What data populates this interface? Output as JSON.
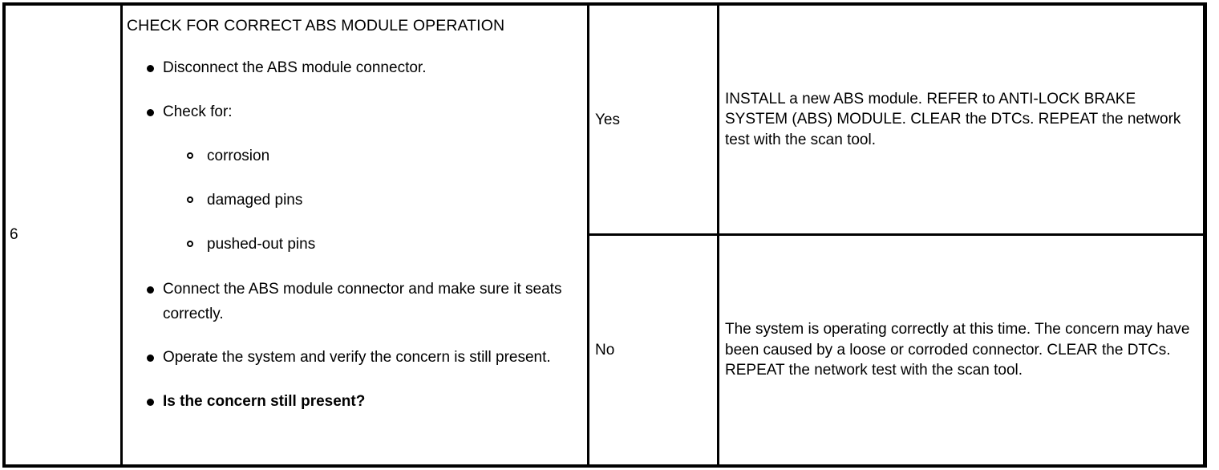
{
  "table": {
    "step_number": "6",
    "instruction": {
      "title": "CHECK FOR CORRECT ABS MODULE OPERATION",
      "bullets": [
        {
          "text": "Disconnect the ABS module connector.",
          "bold": false
        },
        {
          "text": "Check for:",
          "bold": false,
          "sub_bullets": [
            "corrosion",
            "damaged pins",
            "pushed-out pins"
          ]
        },
        {
          "text": "Connect the ABS module connector and make sure it seats correctly.",
          "bold": false
        },
        {
          "text": "Operate the system and verify the concern is still present.",
          "bold": false
        },
        {
          "text": "Is the concern still present?",
          "bold": true
        }
      ]
    },
    "outcomes": [
      {
        "answer": "Yes",
        "action": "INSTALL a new ABS module. REFER to ANTI-LOCK BRAKE SYSTEM (ABS) MODULE. CLEAR the DTCs. REPEAT the network test with the scan tool."
      },
      {
        "answer": "No",
        "action": "The system is operating correctly at this time. The concern may have been caused by a loose or corroded connector. CLEAR the DTCs. REPEAT the network test with the scan tool."
      }
    ]
  },
  "colors": {
    "border": "#000000",
    "text": "#000000",
    "background": "#ffffff"
  }
}
